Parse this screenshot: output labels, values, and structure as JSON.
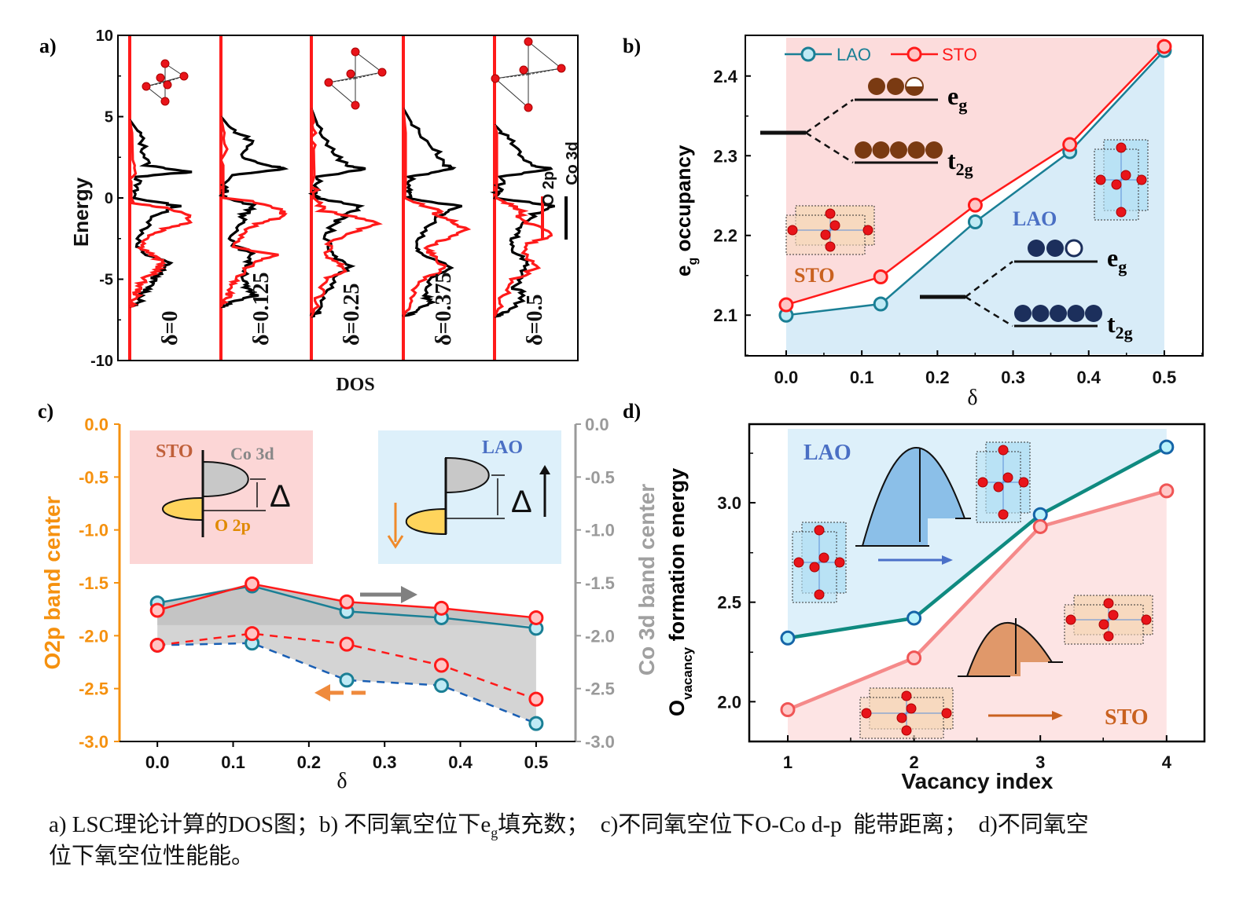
{
  "panel_labels": {
    "a": "a)",
    "b": "b)",
    "c": "c)",
    "d": "d)"
  },
  "caption": {
    "line1_part1": "a) LSC理论计算的DOS图；b) 不同氧空位下e",
    "line1_sub": "g",
    "line1_part2": "填充数；  c)不同氧空位下O-Co d-p  能带距离；  d)不同氧空",
    "line2": "位下氧空位性能能。"
  },
  "colors": {
    "red": "#ff1a1a",
    "teal": "#1a7f95",
    "orange": "#f5910f",
    "gray": "#999999",
    "lao_text": "#4a6fc4",
    "sto_text": "#c9611f"
  },
  "chart_data": [
    {
      "panel": "a",
      "type": "line",
      "xlabel": "DOS",
      "ylabel": "Energy",
      "ylim": [
        -10,
        10
      ],
      "yticks": [
        "10",
        "5",
        "0",
        "-5",
        "-10"
      ],
      "legend": [
        "O 2p",
        "Co 3d"
      ],
      "legend_placement": "right",
      "subplots": [
        {
          "label": "δ=0",
          "o2p": [
            [
              4.8,
              0
            ],
            [
              4,
              3
            ],
            [
              2,
              4
            ],
            [
              1,
              2
            ],
            [
              0,
              2
            ],
            [
              -0.3,
              5
            ],
            [
              -0.6,
              45
            ],
            [
              -1,
              75
            ],
            [
              -1.5,
              78
            ],
            [
              -1.9,
              45
            ],
            [
              -2.4,
              25
            ],
            [
              -3,
              15
            ],
            [
              -3.5,
              28
            ],
            [
              -4,
              42
            ],
            [
              -4.5,
              33
            ],
            [
              -5,
              18
            ],
            [
              -5.5,
              12
            ],
            [
              -6,
              8
            ],
            [
              -6.5,
              4
            ],
            [
              -6.7,
              0
            ]
          ],
          "co3d": [
            [
              4.8,
              0
            ],
            [
              4,
              12
            ],
            [
              3,
              18
            ],
            [
              2,
              22
            ],
            [
              1.6,
              78
            ],
            [
              1.3,
              12
            ],
            [
              0.5,
              6
            ],
            [
              0,
              6
            ],
            [
              -0.5,
              62
            ],
            [
              -1,
              35
            ],
            [
              -2,
              18
            ],
            [
              -3,
              8
            ],
            [
              -3.5,
              22
            ],
            [
              -4,
              50
            ],
            [
              -4.5,
              40
            ],
            [
              -5,
              30
            ],
            [
              -5.5,
              25
            ],
            [
              -6,
              15
            ],
            [
              -6.5,
              10
            ],
            [
              -6.7,
              0
            ]
          ]
        },
        {
          "label": "δ=0.125",
          "o2p": [
            [
              5,
              0
            ],
            [
              4,
              4
            ],
            [
              2,
              3
            ],
            [
              1,
              3
            ],
            [
              0,
              3
            ],
            [
              -0.2,
              40
            ],
            [
              -0.8,
              80
            ],
            [
              -1.2,
              75
            ],
            [
              -1.6,
              45
            ],
            [
              -2.3,
              25
            ],
            [
              -3,
              15
            ],
            [
              -3.5,
              70
            ],
            [
              -4,
              40
            ],
            [
              -5,
              20
            ],
            [
              -5.5,
              15
            ],
            [
              -6,
              10
            ],
            [
              -6.5,
              2
            ],
            [
              -6.7,
              0
            ]
          ],
          "co3d": [
            [
              5,
              0
            ],
            [
              4.3,
              12
            ],
            [
              3.5,
              40
            ],
            [
              2.5,
              25
            ],
            [
              2,
              60
            ],
            [
              1.8,
              85
            ],
            [
              1.4,
              10
            ],
            [
              0.5,
              5
            ],
            [
              0,
              5
            ],
            [
              -0.5,
              45
            ],
            [
              -1,
              30
            ],
            [
              -1.5,
              25
            ],
            [
              -2.5,
              15
            ],
            [
              -3,
              20
            ],
            [
              -3.5,
              40
            ],
            [
              -4,
              35
            ],
            [
              -5,
              30
            ],
            [
              -5.5,
              30
            ],
            [
              -6,
              45
            ],
            [
              -6.5,
              10
            ],
            [
              -6.7,
              0
            ]
          ]
        },
        {
          "label": "δ=0.25",
          "o2p": [
            [
              5.5,
              0
            ],
            [
              4.5,
              4
            ],
            [
              3,
              3
            ],
            [
              1,
              4
            ],
            [
              0,
              3
            ],
            [
              -0.3,
              10
            ],
            [
              -0.8,
              15
            ],
            [
              -1.1,
              50
            ],
            [
              -1.5,
              85
            ],
            [
              -2,
              60
            ],
            [
              -2.7,
              25
            ],
            [
              -3.5,
              18
            ],
            [
              -4,
              35
            ],
            [
              -4.5,
              45
            ],
            [
              -5,
              18
            ],
            [
              -6,
              10
            ],
            [
              -7,
              3
            ],
            [
              -7.3,
              0
            ]
          ],
          "co3d": [
            [
              5.5,
              0
            ],
            [
              4.5,
              8
            ],
            [
              3,
              25
            ],
            [
              2,
              45
            ],
            [
              1.8,
              70
            ],
            [
              1.3,
              10
            ],
            [
              0.5,
              5
            ],
            [
              0,
              5
            ],
            [
              -0.5,
              65
            ],
            [
              -1,
              45
            ],
            [
              -1.5,
              30
            ],
            [
              -2.5,
              18
            ],
            [
              -3.5,
              25
            ],
            [
              -4.2,
              50
            ],
            [
              -5,
              30
            ],
            [
              -6,
              18
            ],
            [
              -7,
              10
            ],
            [
              -7.3,
              0
            ]
          ]
        },
        {
          "label": "δ=0.375",
          "o2p": [
            [
              5.5,
              0
            ],
            [
              4,
              3
            ],
            [
              2,
              3
            ],
            [
              1,
              3
            ],
            [
              0,
              2
            ],
            [
              -0.3,
              15
            ],
            [
              -0.8,
              45
            ],
            [
              -1,
              40
            ],
            [
              -1.5,
              65
            ],
            [
              -2,
              80
            ],
            [
              -2.5,
              55
            ],
            [
              -3,
              30
            ],
            [
              -3.5,
              35
            ],
            [
              -4.3,
              55
            ],
            [
              -5,
              25
            ],
            [
              -6,
              10
            ],
            [
              -7,
              3
            ],
            [
              -7.3,
              0
            ]
          ],
          "co3d": [
            [
              5.5,
              0
            ],
            [
              4.5,
              12
            ],
            [
              3,
              40
            ],
            [
              2,
              55
            ],
            [
              1.8,
              65
            ],
            [
              1.3,
              10
            ],
            [
              0.5,
              5
            ],
            [
              0,
              5
            ],
            [
              -0.5,
              70
            ],
            [
              -1,
              50
            ],
            [
              -2,
              25
            ],
            [
              -3,
              15
            ],
            [
              -3.5,
              25
            ],
            [
              -4.3,
              60
            ],
            [
              -5,
              35
            ],
            [
              -6,
              30
            ],
            [
              -6.5,
              35
            ],
            [
              -7,
              12
            ],
            [
              -7.3,
              0
            ]
          ]
        },
        {
          "label": "δ=0.5",
          "o2p": [
            [
              4.5,
              0
            ],
            [
              4,
              3
            ],
            [
              2,
              3
            ],
            [
              1,
              3
            ],
            [
              0,
              2
            ],
            [
              -0.3,
              15
            ],
            [
              -0.8,
              35
            ],
            [
              -1.3,
              30
            ],
            [
              -1.8,
              55
            ],
            [
              -2.3,
              75
            ],
            [
              -2.8,
              45
            ],
            [
              -3.5,
              40
            ],
            [
              -4.3,
              55
            ],
            [
              -5,
              25
            ],
            [
              -6,
              12
            ],
            [
              -7,
              3
            ],
            [
              -7.3,
              0
            ]
          ],
          "co3d": [
            [
              4.5,
              0
            ],
            [
              4,
              10
            ],
            [
              3,
              30
            ],
            [
              2,
              45
            ],
            [
              1.8,
              75
            ],
            [
              1.3,
              10
            ],
            [
              0.5,
              5
            ],
            [
              0,
              5
            ],
            [
              -0.5,
              75
            ],
            [
              -1,
              50
            ],
            [
              -1.8,
              30
            ],
            [
              -2.5,
              25
            ],
            [
              -3.2,
              25
            ],
            [
              -4,
              40
            ],
            [
              -4.6,
              35
            ],
            [
              -5.5,
              25
            ],
            [
              -6,
              40
            ],
            [
              -7,
              15
            ],
            [
              -7.3,
              0
            ]
          ]
        }
      ]
    },
    {
      "panel": "b",
      "type": "line",
      "xlabel": "δ",
      "ylabel_main": "e",
      "ylabel_sub": "g",
      "ylabel_rest": " occupancy",
      "x": [
        0,
        0.125,
        0.25,
        0.375,
        0.5
      ],
      "xlim": [
        -0.054,
        0.551
      ],
      "ylim": [
        2.049,
        2.451
      ],
      "xticks": [
        "0.0",
        "0.1",
        "0.2",
        "0.3",
        "0.4",
        "0.5"
      ],
      "yticks": [
        "2.1",
        "2.2",
        "2.3",
        "2.4"
      ],
      "series": [
        {
          "name": "LAO",
          "values": [
            2.1,
            2.114,
            2.217,
            2.305,
            2.432
          ]
        },
        {
          "name": "STO",
          "values": [
            2.113,
            2.148,
            2.238,
            2.314,
            2.437
          ]
        }
      ],
      "legend_placement": "top-left",
      "annotations": {
        "sto": "STO",
        "lao": "LAO",
        "e": "e",
        "g": "g",
        "t": "t",
        "2g": "2g"
      }
    },
    {
      "panel": "c",
      "type": "line",
      "xlabel": "δ",
      "ylabel_left": "O2p band center",
      "ylabel_right": "Co 3d band center",
      "x": [
        0,
        0.125,
        0.25,
        0.375,
        0.5
      ],
      "xlim": [
        -0.05,
        0.552
      ],
      "ylim": [
        -3.0,
        0.0
      ],
      "xticks": [
        "0.0",
        "0.1",
        "0.2",
        "0.3",
        "0.4",
        "0.5"
      ],
      "yticks_left": [
        "0.0",
        "-0.5",
        "-1.0",
        "-1.5",
        "-2.0",
        "-2.5",
        "-3.0"
      ],
      "yticks_right": [
        "0.0",
        "-0.5",
        "-1.0",
        "-1.5",
        "-2.0",
        "-2.5",
        "-3.0"
      ],
      "series": [
        {
          "name": "LAO Co 3d",
          "style": "solid",
          "values": [
            -1.69,
            -1.53,
            -1.77,
            -1.83,
            -1.93
          ]
        },
        {
          "name": "STO Co 3d",
          "style": "solid",
          "values": [
            -1.76,
            -1.51,
            -1.68,
            -1.74,
            -1.83
          ]
        },
        {
          "name": "LAO O 2p",
          "style": "dashed",
          "values": [
            -2.09,
            -2.07,
            -2.42,
            -2.47,
            -2.83
          ]
        },
        {
          "name": "STO O 2p",
          "style": "dashed",
          "values": [
            -2.09,
            -1.98,
            -2.08,
            -2.28,
            -2.6
          ]
        }
      ],
      "annotations": {
        "sto": "STO",
        "co3d": "Co 3d",
        "o2p": "O 2p",
        "delta": "Δ",
        "lao": "LAO"
      }
    },
    {
      "panel": "d",
      "type": "line",
      "xlabel": "Vacancy index",
      "ylabel_main": "O",
      "ylabel_sub": "vacancy",
      "ylabel_rest": " formation energy",
      "x": [
        1,
        2,
        3,
        4
      ],
      "xlim": [
        0.695,
        4.3
      ],
      "ylim": [
        1.8,
        3.395
      ],
      "xticks": [
        "1",
        "2",
        "3",
        "4"
      ],
      "yticks": [
        "2.0",
        "2.5",
        "3.0"
      ],
      "series": [
        {
          "name": "LAO",
          "values": [
            2.32,
            2.42,
            2.94,
            3.28
          ]
        },
        {
          "name": "STO",
          "values": [
            1.96,
            2.22,
            2.88,
            3.06
          ]
        }
      ],
      "annotations": {
        "lao": "LAO",
        "sto": "STO"
      }
    }
  ]
}
